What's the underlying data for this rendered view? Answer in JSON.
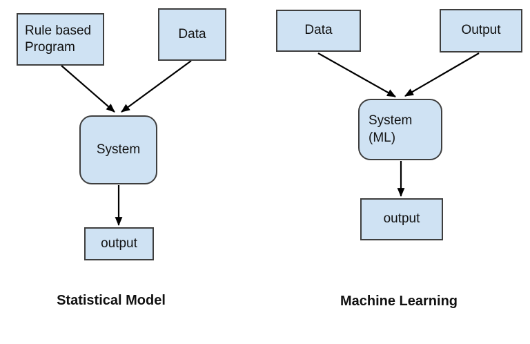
{
  "colors": {
    "box_fill": "#cfe2f3",
    "box_border": "#3e3e3e",
    "arrow": "#000000",
    "text": "#111111",
    "background": "#ffffff"
  },
  "left_diagram": {
    "caption": "Statistical Model",
    "rule_based_label": "Rule based\nProgram",
    "data_label": "Data",
    "system_label": "System",
    "output_label": "output"
  },
  "right_diagram": {
    "caption": "Machine Learning",
    "data_label": "Data",
    "output_top_label": "Output",
    "system_label": "System\n(ML)",
    "output_bottom_label": "output"
  }
}
